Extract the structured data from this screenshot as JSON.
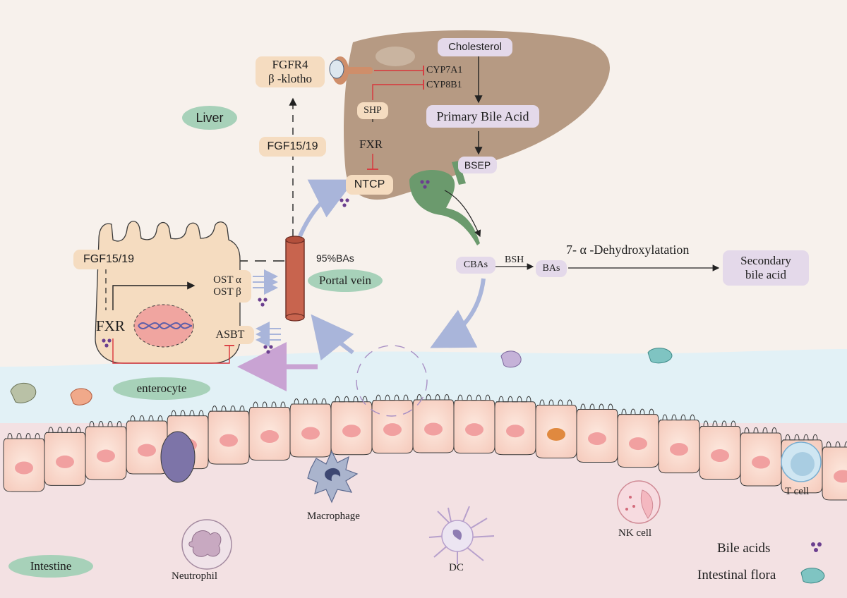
{
  "regions": {
    "liver": "Liver",
    "enterocyte": "enterocyte",
    "portal_vein": "Portal vein",
    "intestine": "Intestine"
  },
  "liver_pathway": {
    "cholesterol": "Cholesterol",
    "cyp7a1": "CYP7A1",
    "cyp8b1": "CYP8B1",
    "primary_bile_acid": "Primary Bile Acid",
    "bsep": "BSEP",
    "shp": "SHP",
    "fxr": "FXR",
    "ntcp": "NTCP",
    "fgfr4_line1": "FGFR4",
    "fgfr4_line2": "β -klotho",
    "fgf15_19_liver": "FGF15/19"
  },
  "enterocyte_labels": {
    "fgf15_19": "FGF15/19",
    "ost_alpha": "OST α",
    "ost_beta": "OST β",
    "fxr": "FXR",
    "asbt": "ASBT"
  },
  "portal_vein_label": "95%BAs",
  "gut_metabolism": {
    "cbas": "CBAs",
    "bsh": "BSH",
    "bas": "BAs",
    "dehydroxylation": "7- α -Dehydroxylatation",
    "secondary_line1": "Secondary",
    "secondary_line2": "bile acid"
  },
  "immune_cells": {
    "macrophage": "Macrophage",
    "neutrophil": "Neutrophil",
    "dc": "DC",
    "nk_cell": "NK cell",
    "t_cell": "T cell"
  },
  "legend": {
    "bile_acids": "Bile acids",
    "intestinal_flora": "Intestinal flora"
  },
  "colors": {
    "tan_box": "#f5dcc0",
    "lavender_box": "#e4d9ea",
    "green_oval": "#a7d1b9",
    "liver": "#b69a83",
    "gallbladder": "#6b9a6d",
    "inhibit_line": "#d9343b",
    "flow_arrow": "#a9b5da",
    "portal_vein": "#c8644e",
    "bile_acid_dot": "#6b3f8f"
  }
}
